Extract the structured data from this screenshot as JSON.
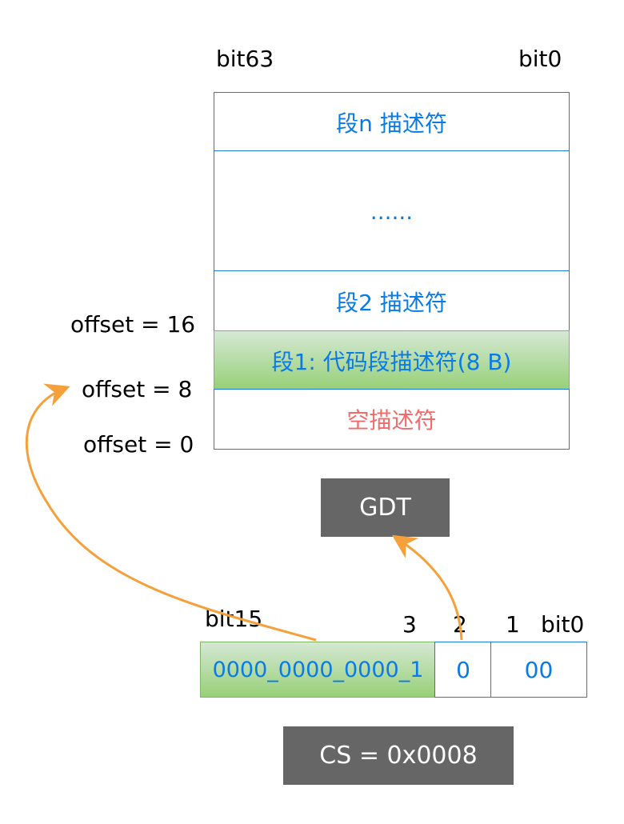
{
  "gdt": {
    "bit_high_label": "bit63",
    "bit_low_label": "bit0",
    "rows": [
      {
        "text": "段n 描述符"
      },
      {
        "text": "......"
      },
      {
        "text": "段2 描述符"
      },
      {
        "text": "段1: 代码段描述符(8 B)"
      },
      {
        "text": "空描述符"
      }
    ],
    "offsets": [
      "offset = 16",
      "offset = 8",
      "offset = 0"
    ],
    "title": "GDT"
  },
  "selector": {
    "bit_high_label": "bit15",
    "bit_labels": [
      "3",
      "2",
      "1",
      "bit0"
    ],
    "fields": [
      {
        "text": "0000_0000_0000_1"
      },
      {
        "text": "0"
      },
      {
        "text": "00"
      }
    ],
    "title": "CS = 0x0008"
  },
  "colors": {
    "table_border": "#1f7ae0",
    "table_text": "#0a7be6",
    "highlight_fill": "#97d077",
    "null_descriptor_text": "#f26b6b",
    "arrow": "#f5a03a",
    "label_box": "#666666"
  }
}
